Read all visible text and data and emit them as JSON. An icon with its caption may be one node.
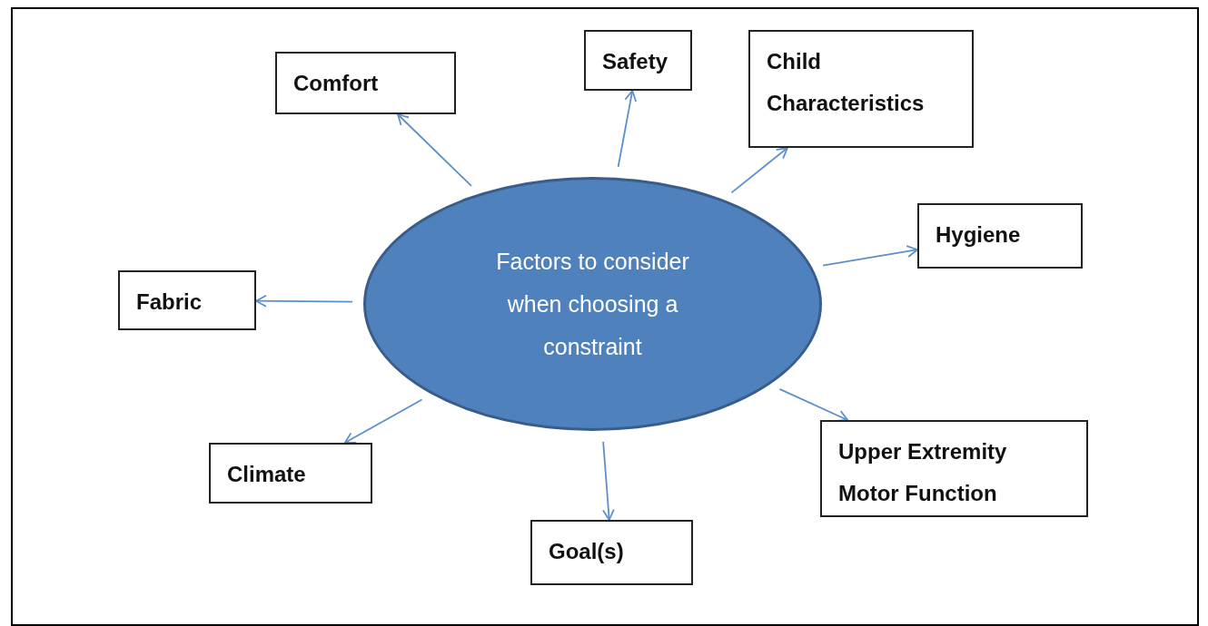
{
  "diagram": {
    "nodes": [
      {
        "text": [
          "Factors to consider when choosing a constraint"
        ]
      },
      {
        "text": [
          "Comfort"
        ]
      },
      {
        "text": [
          "Safety"
        ]
      },
      {
        "text": [
          "Child Characteristics"
        ]
      },
      {
        "text": [
          "Hygiene"
        ]
      },
      {
        "text": [
          "Fabric"
        ]
      },
      {
        "text": [
          "Upper Extremity Motor Function"
        ]
      },
      {
        "text": [
          "Climate"
        ]
      },
      {
        "text": [
          "Goal(s)"
        ]
      }
    ],
    "edges": [
      {
        "from": 0,
        "to": 1,
        "arrow": "to"
      },
      {
        "from": 0,
        "to": 2,
        "arrow": "to"
      },
      {
        "from": 0,
        "to": 3,
        "arrow": "to"
      },
      {
        "from": 0,
        "to": 4,
        "arrow": "to"
      },
      {
        "from": 0,
        "to": 5,
        "arrow": "to"
      },
      {
        "from": 0,
        "to": 6,
        "arrow": "to"
      },
      {
        "from": 0,
        "to": 7,
        "arrow": "to"
      },
      {
        "from": 0,
        "to": 8,
        "arrow": "to"
      }
    ]
  }
}
